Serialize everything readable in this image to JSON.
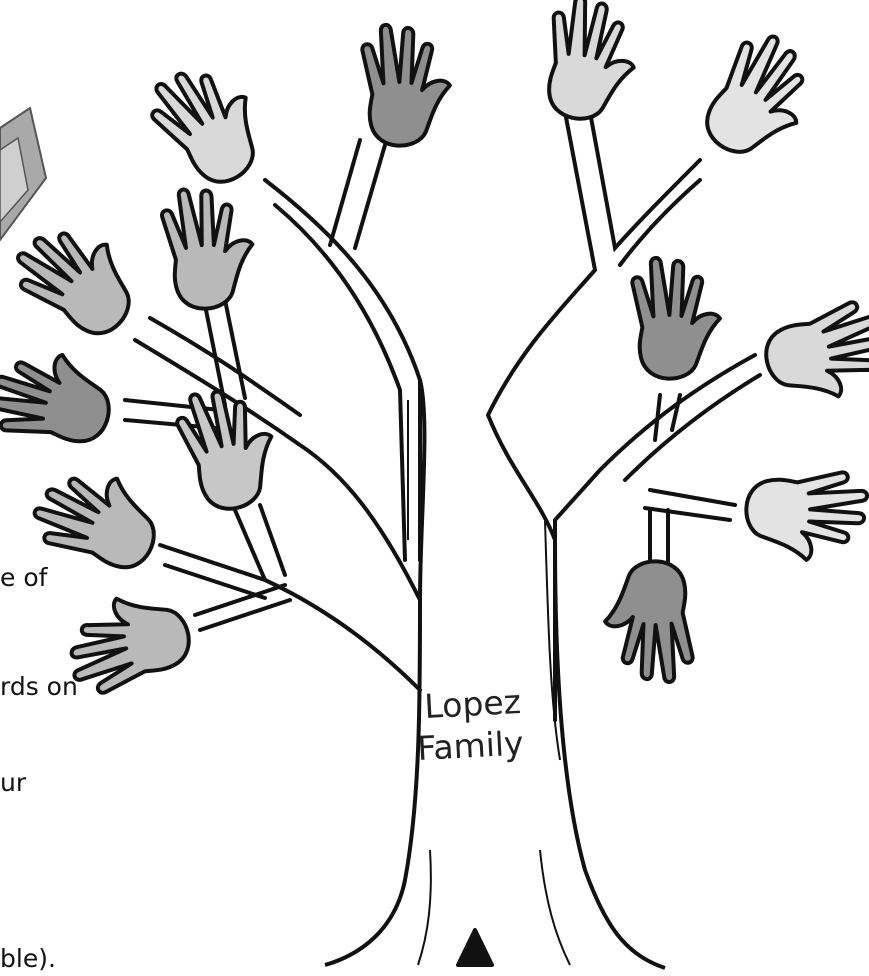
{
  "trunk_label": {
    "line1": "Lopez",
    "line2": "Family"
  },
  "text_fragments": [
    "e of",
    "rds on",
    "ur",
    "ble)."
  ],
  "colors": {
    "hand_light": "#d9d9d9",
    "hand_mid": "#b9b9b9",
    "hand_dark": "#8f8f8f",
    "stroke": "#111111",
    "paper": "#a9a9a9"
  }
}
